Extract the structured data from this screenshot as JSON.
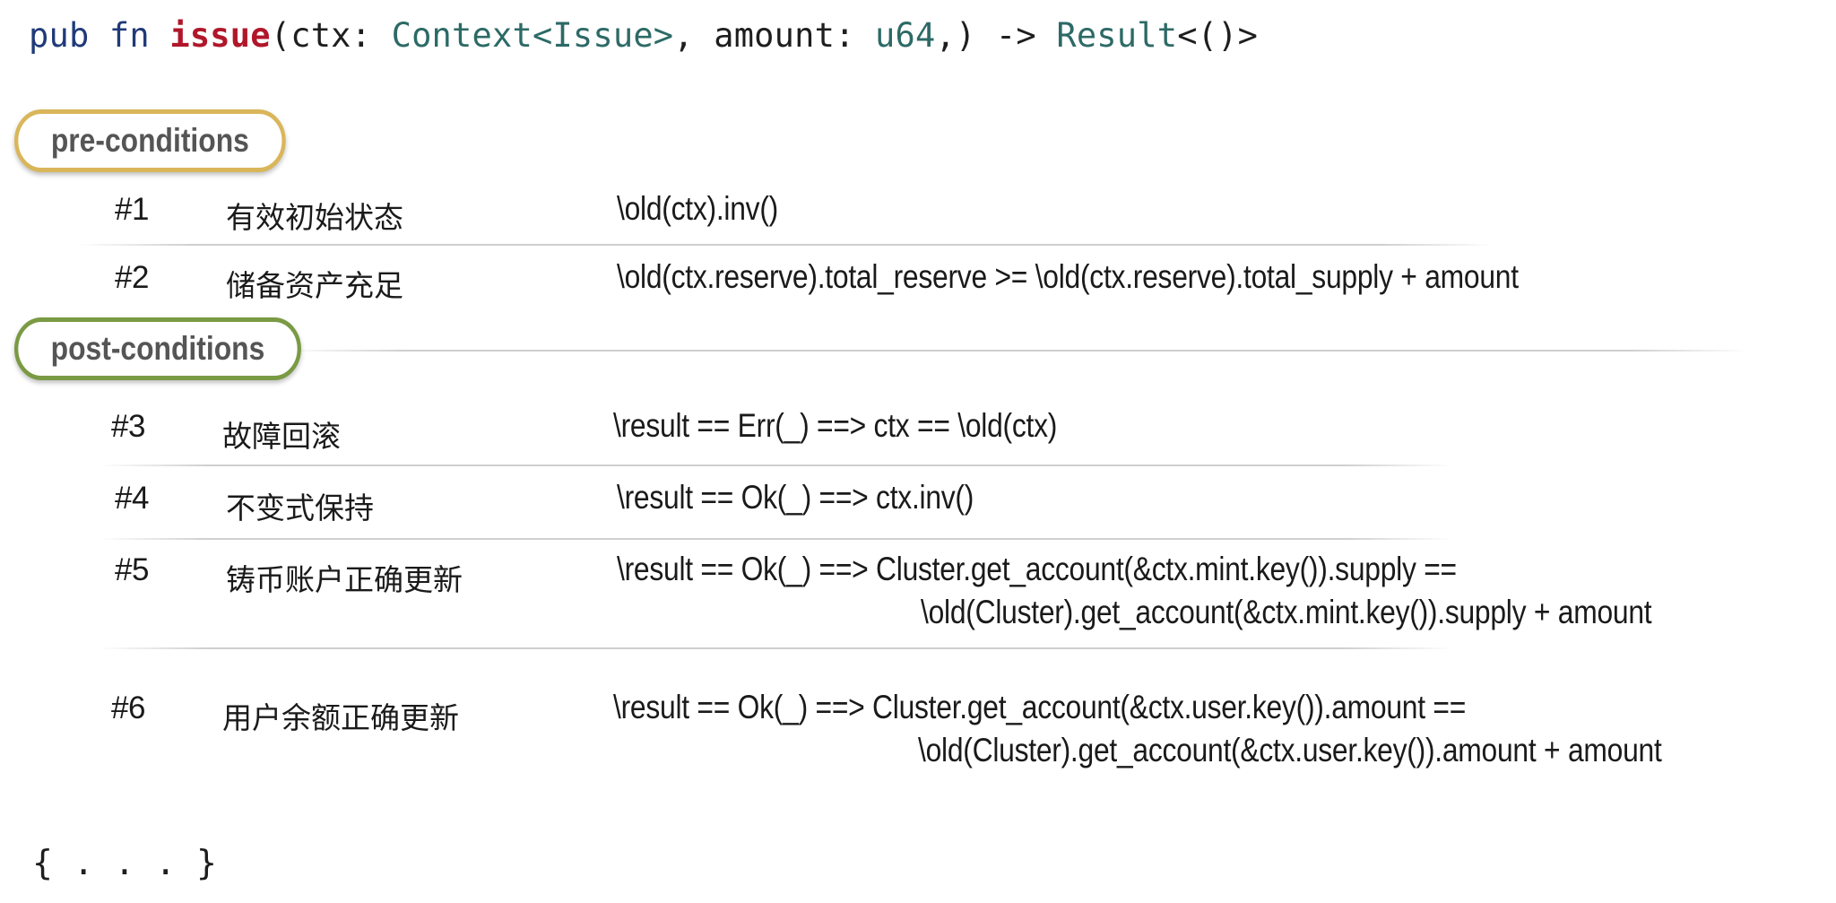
{
  "signature": {
    "kw_pub": "pub",
    "kw_fn": "fn",
    "fn_name": "issue",
    "p_open": "(ctx: ",
    "ctx_type": "Context<Issue>",
    "p_mid": ", amount: ",
    "amount_type": "u64",
    "p_close": ",) -> ",
    "ret_type": "Result",
    "ret_tail": "<()>"
  },
  "pre_label": "pre-conditions",
  "post_label": "post-conditions",
  "conditions": [
    {
      "num": "#1",
      "desc": "有效初始状态",
      "expr": [
        "\\old(ctx).inv()"
      ]
    },
    {
      "num": "#2",
      "desc": "储备资产充足",
      "expr": [
        "\\old(ctx.reserve).total_reserve >= \\old(ctx.reserve).total_supply + amount"
      ]
    },
    {
      "num": "#3",
      "desc": "故障回滚",
      "expr": [
        "\\result == Err(_) ==> ctx == \\old(ctx)"
      ]
    },
    {
      "num": "#4",
      "desc": "不变式保持",
      "expr": [
        "\\result == Ok(_) ==> ctx.inv()"
      ]
    },
    {
      "num": "#5",
      "desc": "铸币账户正确更新",
      "expr": [
        "\\result == Ok(_) ==> Cluster.get_account(&ctx.mint.key()).supply ==",
        "\\old(Cluster).get_account(&ctx.mint.key()).supply + amount"
      ]
    },
    {
      "num": "#6",
      "desc": "用户余额正确更新",
      "expr": [
        "\\result == Ok(_) ==> Cluster.get_account(&ctx.user.key()).amount ==",
        "\\old(Cluster).get_account(&ctx.user.key()).amount + amount"
      ]
    }
  ],
  "ellipsis": "{ . . . }"
}
